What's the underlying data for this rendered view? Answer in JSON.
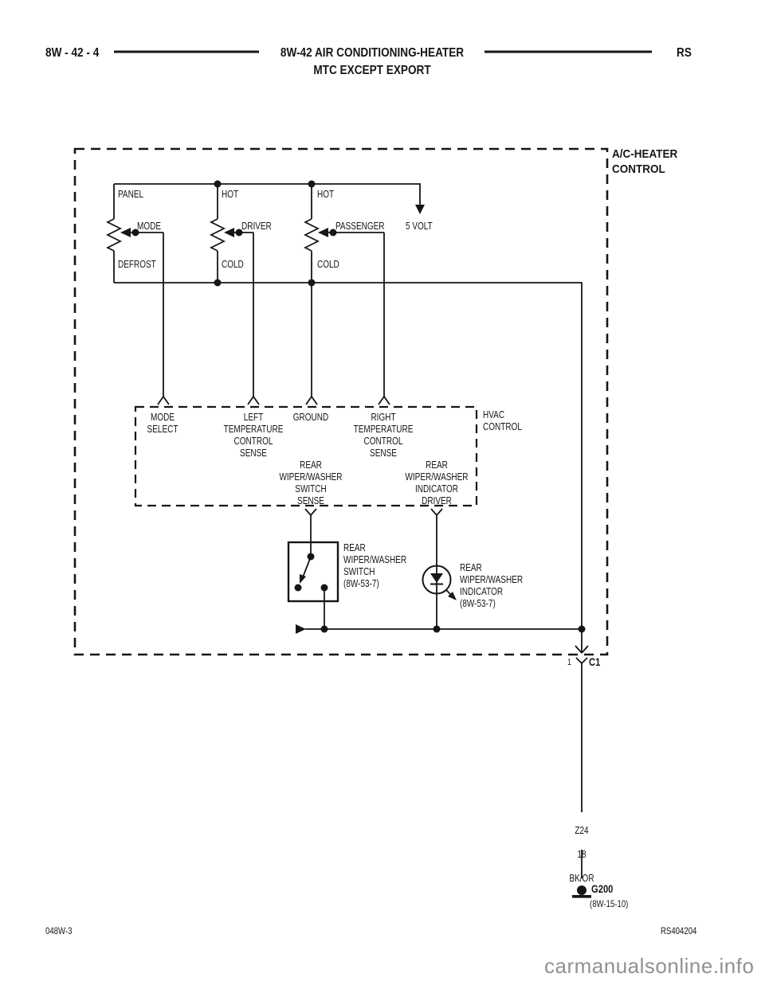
{
  "header": {
    "page_code": "8W - 42 - 4",
    "title": "8W-42 AIR CONDITIONING-HEATER",
    "subtitle": "MTC EXCEPT EXPORT",
    "manual_code": "RS"
  },
  "diagram": {
    "module_label": "A/C-HEATER\nCONTROL",
    "supply_label": "5 VOLT",
    "potentiometers": [
      {
        "top": "PANEL",
        "wiper": "MODE",
        "bottom": "DEFROST"
      },
      {
        "top": "HOT",
        "wiper": "DRIVER",
        "bottom": "COLD"
      },
      {
        "top": "HOT",
        "wiper": "PASSENGER",
        "bottom": "COLD"
      }
    ],
    "hvac_control": {
      "label": "HVAC\nCONTROL",
      "pin_mode_select": "MODE\nSELECT",
      "pin_left_temp": "LEFT\nTEMPERATURE\nCONTROL\nSENSE",
      "pin_ground": "GROUND",
      "pin_right_temp": "RIGHT\nTEMPERATURE\nCONTROL\nSENSE",
      "pin_rear_wiper_switch": "REAR\nWIPER/WASHER\nSWITCH\nSENSE",
      "pin_rear_wiper_indicator": "REAR\nWIPER/WASHER\nINDICATOR\nDRIVER"
    },
    "rear_wiper_switch_label": "REAR\nWIPER/WASHER\nSWITCH\n(8W-53-7)",
    "rear_wiper_indicator_label": "REAR\nWIPER/WASHER\nINDICATOR\n(8W-53-7)",
    "connector": {
      "pin": "1",
      "name": "C1"
    },
    "wire": {
      "circuit": "Z24",
      "gauge": "18",
      "color": "BK/OR"
    },
    "ground": {
      "name": "G200",
      "reference": "(8W-15-10)"
    }
  },
  "footer": {
    "drawing_number": "048W-3",
    "figure_number": "RS404204",
    "watermark": "carmanualsonline.info"
  }
}
